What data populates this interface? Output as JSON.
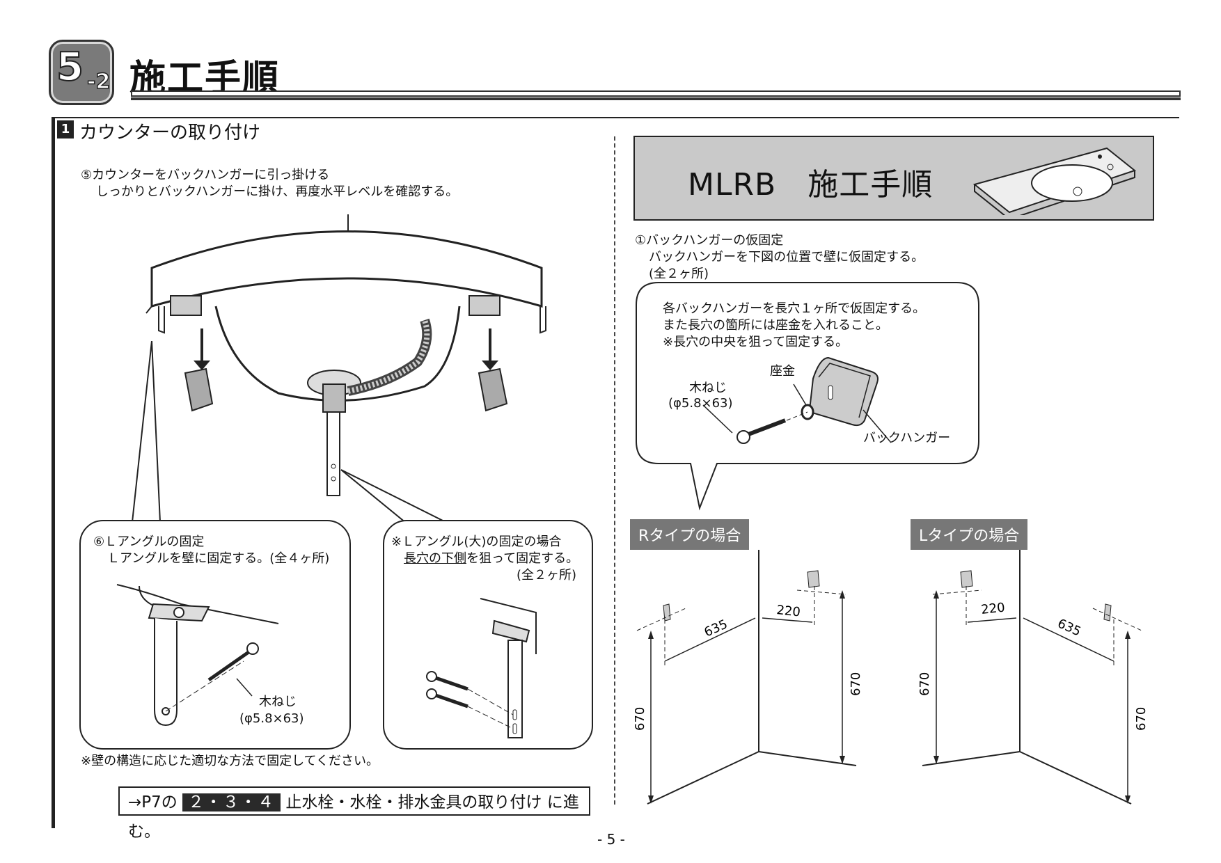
{
  "header": {
    "badge_number": "5",
    "badge_sub": "-2",
    "title": "施工手順"
  },
  "section": {
    "number": "1",
    "title": "カウンターの取り付け"
  },
  "left": {
    "step5_line1": "⑤カウンターをバックハンガーに引っ掛ける",
    "step5_line2": "しっかりとバックハンガーに掛け、再度水平レベルを確認する。",
    "step6_line1": "⑥Ｌアングルの固定",
    "step6_line2": "Ｌアングルを壁に固定する。(全４ヶ所)",
    "screw_label": "木ねじ",
    "screw_size": "(φ5.8×63)",
    "note_large_line1": "※Ｌアングル(大)の固定の場合",
    "note_large_line2a": "長穴の下側",
    "note_large_line2b": "を狙って固定する。",
    "note_large_line3": "(全２ヶ所)",
    "wall_note": "※壁の構造に応じた適切な方法で固定してください。",
    "nav_prefix": "→P7の",
    "nav_highlight": "２・３・４",
    "nav_text": "止水栓・水栓・排水金具の取り付け",
    "nav_suffix": "に進む。"
  },
  "right": {
    "mlrb_title": "MLRB　施工手順",
    "step1_line1": "①バックハンガーの仮固定",
    "step1_line2": "バックハンガーを下図の位置で壁に仮固定する。",
    "step1_line3": "(全２ヶ所)",
    "bubble_line1": "各バックハンガーを長穴１ヶ所で仮固定する。",
    "bubble_line2": "また長穴の箇所には座金を入れること。",
    "bubble_line3": "※長穴の中央を狙って固定する。",
    "washer_label": "座金",
    "screw_label": "木ねじ",
    "screw_size": "(φ5.8×63)",
    "hanger_label": "バックハンガー",
    "r_type_label": "Rタイプの場合",
    "l_type_label": "Lタイプの場合",
    "r_dims": {
      "diag": "635",
      "short": "220",
      "h_left": "670",
      "h_right": "670"
    },
    "l_dims": {
      "diag": "635",
      "short": "220",
      "h_left": "670",
      "h_right": "670"
    }
  },
  "footer": {
    "page": "- 5 -"
  }
}
